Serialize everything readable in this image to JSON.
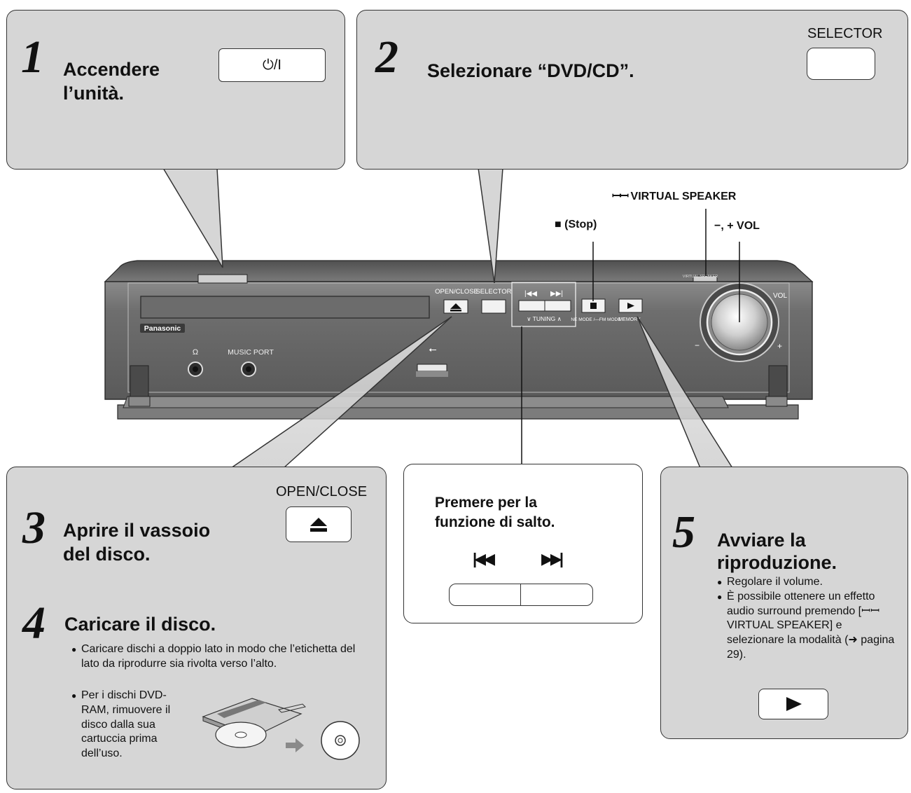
{
  "step1": {
    "number": "1",
    "title_line1": "Accendere",
    "title_line2": "l’unità.",
    "button_label": "⏻/I"
  },
  "step2": {
    "number": "2",
    "title": "Selezionare “DVD/CD”.",
    "button_caption": "SELECTOR"
  },
  "step3": {
    "number": "3",
    "title_line1": "Aprire il vassoio",
    "title_line2": "del disco.",
    "button_caption": "OPEN/CLOSE"
  },
  "step4": {
    "number": "4",
    "title": "Caricare il disco.",
    "bullets": [
      "Caricare dischi a doppio lato in modo che l’etichetta del lato da riprodurre sia rivolta verso l’alto.",
      "Per i dischi DVD-RAM, rimuovere il disco dalla sua cartuccia prima dell’uso."
    ]
  },
  "skip": {
    "title_line1": "Premere per la",
    "title_line2": "funzione di salto."
  },
  "step5": {
    "number": "5",
    "title_line1": "Avviare la",
    "title_line2": "riproduzione.",
    "bullets": [
      "Regolare il volume.",
      "È possibile ottenere un effetto audio surround premendo [ꟷꟷ VIRTUAL SPEAKER] e selezionare la modalità (➜ pagina 29)."
    ]
  },
  "callouts": {
    "virtual_speaker": "VIRTUAL SPEAKER",
    "stop": "■ (Stop)",
    "vol": "−, + VOL"
  },
  "device": {
    "brand": "Panasonic",
    "open_close": "OPEN/CLOSE",
    "selector": "SELECTOR",
    "tuning": "TUNING",
    "headphone": "Ω",
    "music_port": "MUSIC PORT",
    "vol": "VOL",
    "minus": "−",
    "plus": "+",
    "memory": "MEMORY",
    "fm_mode": "NE MODE /—FM MODE",
    "virtual_speaker_small": "VIRTUAL SPEAKER"
  },
  "colors": {
    "panel_gray": "#d6d6d6",
    "device_body": "#6a6a6a",
    "device_dark": "#3a3a3a"
  }
}
